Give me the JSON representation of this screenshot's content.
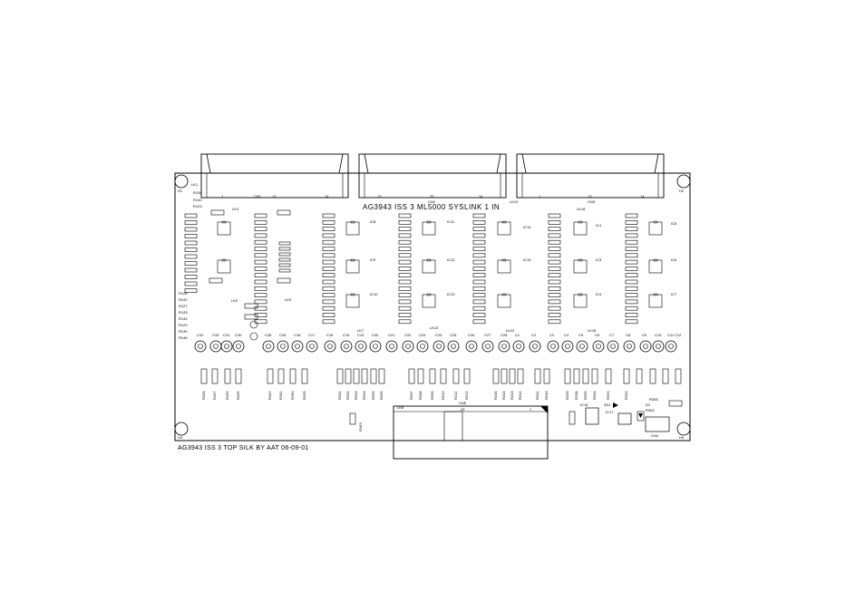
{
  "board": {
    "title": "AG3943 ISS 3 ML5000 SYSLINK 1 IN",
    "caption": "AG3943 ISS 3 TOP SILK BY AAT 06-09-01",
    "mount_holes": [
      "H1",
      "H2",
      "H3",
      "H4"
    ],
    "connectors": {
      "cn1": {
        "label": "CN1",
        "pin_labels": [
          "1",
          "13",
          "14"
        ]
      },
      "cn2": {
        "label": "CN2",
        "pin_labels": [
          "13",
          "25",
          "14"
        ]
      },
      "cn3": {
        "label": "CN3",
        "pin_labels": [
          "1",
          "13",
          "14"
        ]
      },
      "cn5": {
        "label": "CN5",
        "pin_labels": [
          "25",
          "1"
        ]
      }
    },
    "links": [
      "LK1",
      "LK2",
      "LK3",
      "LK4",
      "LK5",
      "LK6",
      "LK7",
      "LK8",
      "LK9",
      "LK10",
      "LK11",
      "LK12",
      "LK13",
      "LK14",
      "LK15",
      "LK16",
      "LK18"
    ],
    "left_resistor_labels": [
      "R138",
      "R140",
      "R123",
      "R126",
      "R142",
      "R127",
      "R128",
      "R144",
      "R129",
      "R130",
      "R146"
    ],
    "ic_labels": [
      "IC8",
      "IC9",
      "IC10",
      "IC11",
      "IC12",
      "IC13",
      "IC14",
      "IC15",
      "IC1",
      "IC3",
      "IC4",
      "IC5",
      "IC6",
      "IC7"
    ],
    "capacitor_labels": [
      "C32",
      "C33",
      "C31",
      "C30",
      "C35",
      "C34",
      "C18",
      "C17",
      "C16",
      "C15",
      "C19",
      "C20",
      "C21",
      "C22",
      "C24",
      "C23",
      "C25",
      "C26",
      "C27",
      "C28",
      "C1",
      "C2",
      "C3",
      "C4",
      "C5",
      "C6",
      "C7",
      "C8",
      "C9",
      "C10",
      "C11",
      "C12"
    ],
    "bottom_resistor_labels": [
      "R158",
      "R157",
      "R156",
      "R155",
      "R162",
      "R161",
      "R160",
      "R159",
      "R201",
      "R202",
      "R203",
      "R204",
      "R205",
      "R206",
      "R207",
      "R208",
      "R209",
      "R210",
      "R211",
      "R212",
      "R245",
      "R244",
      "R243",
      "R242",
      "R241",
      "R240",
      "R239",
      "R238",
      "R255",
      "R254",
      "R253",
      "R252"
    ],
    "misc_labels": [
      "R163",
      "IC16",
      "IC17",
      "IC18",
      "ZD1",
      "D1",
      "R304",
      "R305",
      "CN4",
      "R303",
      "R301",
      "R302"
    ]
  }
}
